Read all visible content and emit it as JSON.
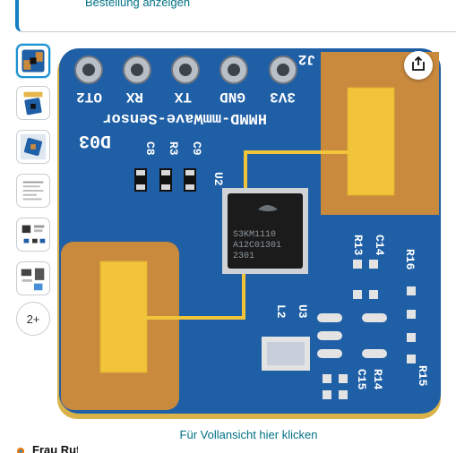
{
  "order_notice": {
    "link_label": "Bestellung anzeigen"
  },
  "gallery": {
    "thumbnails": [
      {
        "name": "thumbnail-1",
        "selected": true
      },
      {
        "name": "thumbnail-2",
        "selected": false
      },
      {
        "name": "thumbnail-3",
        "selected": false
      },
      {
        "name": "thumbnail-4",
        "selected": false
      },
      {
        "name": "thumbnail-5",
        "selected": false
      },
      {
        "name": "thumbnail-6",
        "selected": false
      }
    ],
    "more_label": "2+"
  },
  "product_image": {
    "pins": [
      "OT2",
      "RX",
      "TX",
      "GND",
      "3V3"
    ],
    "header_label": "J2",
    "board_title": "HMMD-mmWave-Sensor",
    "board_code": "D03",
    "chip_line1": "S3KM1110",
    "chip_line2": "A12C01301",
    "chip_line3": "2301",
    "component_labels": [
      "C8",
      "R3",
      "C9",
      "U2",
      "R13",
      "C14",
      "R16",
      "L2",
      "U3",
      "R15",
      "R14",
      "C15"
    ],
    "colors": {
      "board": "#1f5fa6",
      "copper": "#c98a3e",
      "pad": "#f1c43a",
      "chip": "#1b1b1b"
    }
  },
  "share_icon": "share-icon",
  "fullview_label": "Für Vollansicht hier klicken",
  "bottom_text": "Frau Rufus"
}
